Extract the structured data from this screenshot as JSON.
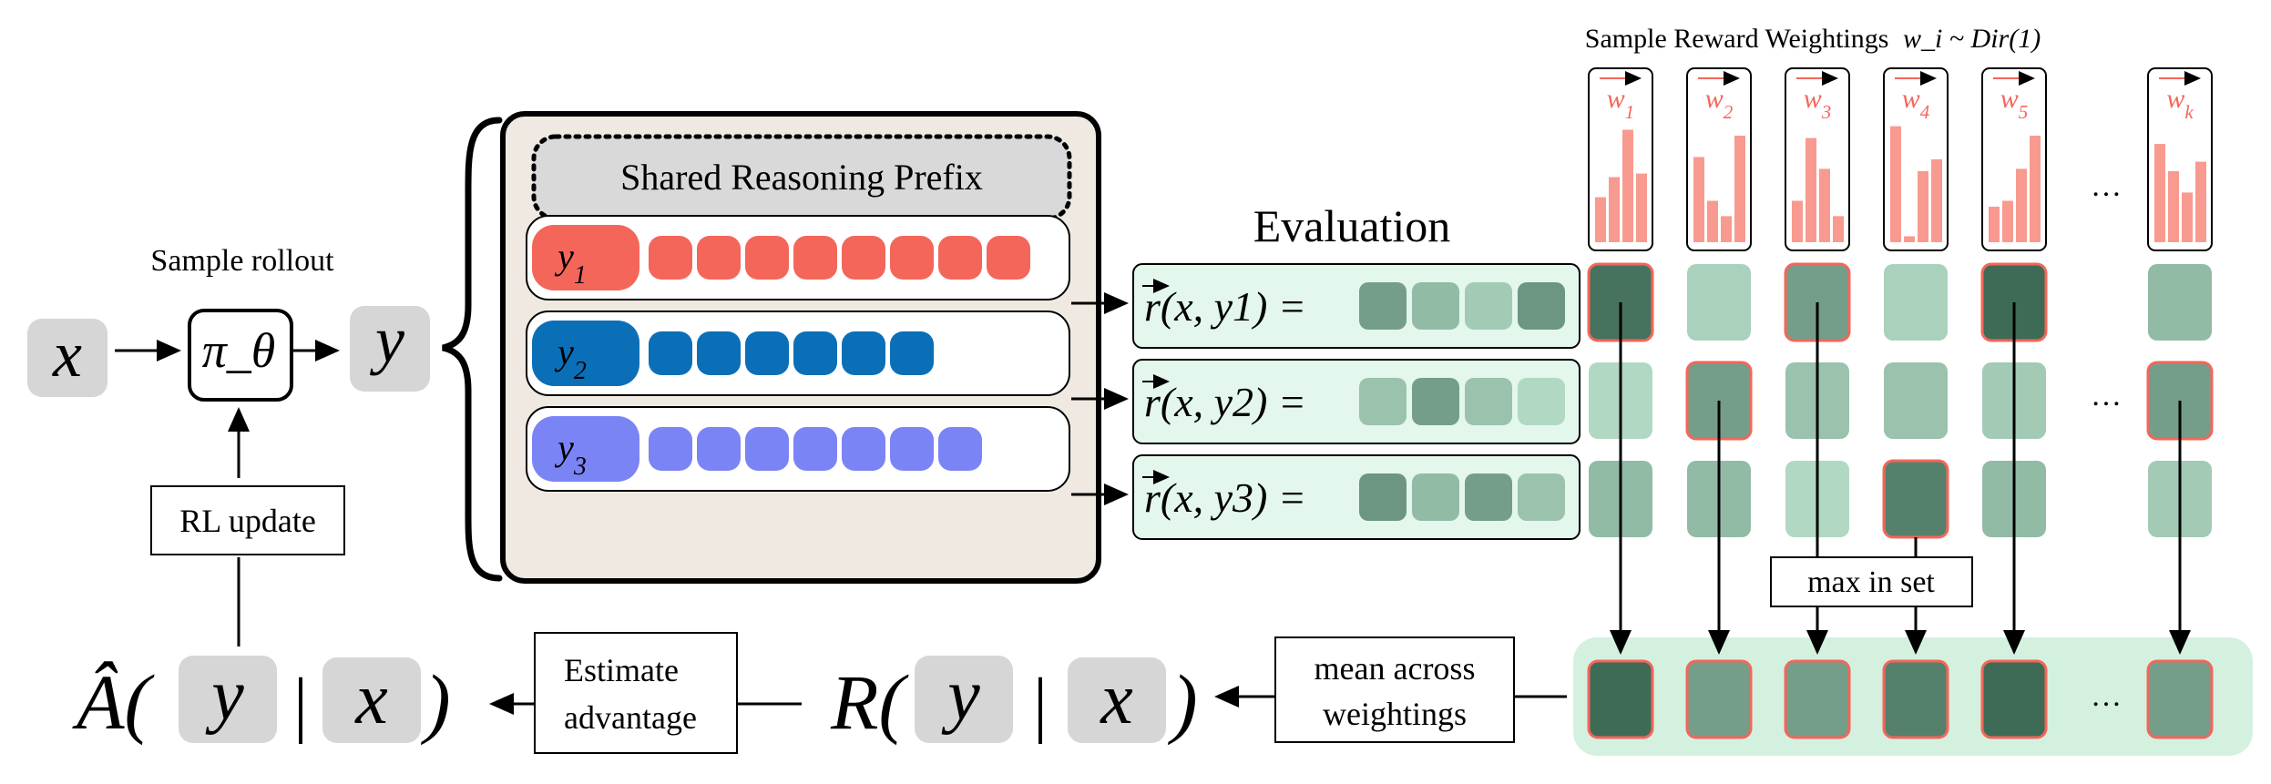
{
  "title": "Sample Reward Weightings",
  "title_math": "w_i ~ Dir(1)",
  "left": {
    "x_label": "x",
    "y_label": "y",
    "policy_label": "π_θ",
    "sample_rollout": "Sample rollout",
    "rl_update": "RL update"
  },
  "shared_prefix": "Shared Reasoning Prefix",
  "rollouts": [
    {
      "label": "y1",
      "tokens": 8,
      "color": "#f4665a"
    },
    {
      "label": "y2",
      "tokens": 6,
      "color": "#0b6fb8"
    },
    {
      "label": "y3",
      "tokens": 7,
      "color": "#7b84f5"
    }
  ],
  "evaluation": {
    "title": "Evaluation",
    "rows": [
      {
        "label": "r(x, y1) =",
        "values": [
          0.55,
          0.35,
          0.25,
          0.6
        ]
      },
      {
        "label": "r(x, y2) =",
        "values": [
          0.3,
          0.55,
          0.3,
          0.15
        ]
      },
      {
        "label": "r(x, y3) =",
        "values": [
          0.6,
          0.35,
          0.55,
          0.3
        ]
      }
    ]
  },
  "weightings": [
    {
      "label": "w1",
      "bars": [
        0.38,
        0.55,
        0.95,
        0.58
      ]
    },
    {
      "label": "w2",
      "bars": [
        0.72,
        0.35,
        0.22,
        0.9
      ]
    },
    {
      "label": "w3",
      "bars": [
        0.35,
        0.88,
        0.62,
        0.22
      ]
    },
    {
      "label": "w4",
      "bars": [
        0.98,
        0.05,
        0.6,
        0.7
      ]
    },
    {
      "label": "w5",
      "bars": [
        0.3,
        0.35,
        0.62,
        0.9
      ]
    },
    {
      "label": "wk",
      "bars": [
        0.83,
        0.6,
        0.42,
        0.68
      ]
    }
  ],
  "grid_ellipsis": "…",
  "max_in_set": "max in set",
  "mean_across": [
    "mean across",
    "weightings"
  ],
  "estimate_advantage": [
    "Estimate",
    "advantage"
  ],
  "reward_expr": {
    "prefix": "R(",
    "y": "y",
    "bar": "|",
    "x": "x",
    "suffix": ")"
  },
  "advantage_expr": {
    "prefix": "Â(",
    "y": "y",
    "bar": "|",
    "x": "x",
    "suffix": ")"
  },
  "colors": {
    "red": "#f4665a",
    "blue": "#0b6fb8",
    "periwinkle": "#7b84f5",
    "mint_panel": "#e3f7ec",
    "beige": "#efe9e1",
    "gray_chip": "#d6d6d6"
  }
}
